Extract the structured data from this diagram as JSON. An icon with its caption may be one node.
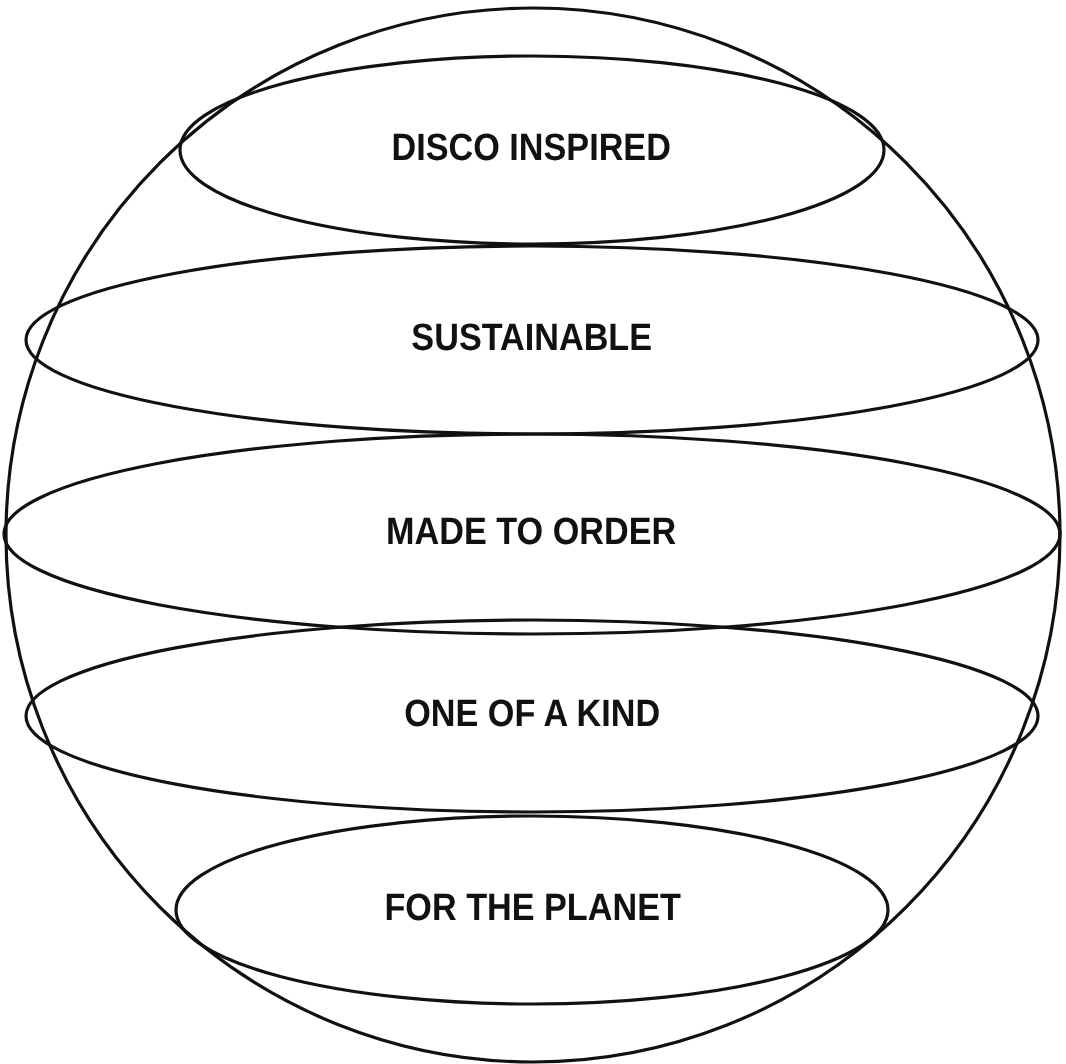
{
  "diagram": {
    "nodes": [
      {
        "text": [],
        "shape": "circle"
      },
      {
        "text": [
          "DISCO INSPIRED"
        ],
        "in": 0
      },
      {
        "text": [
          "SUSTAINABLE"
        ],
        "in": 0
      },
      {
        "text": [
          "MADE TO ORDER"
        ],
        "in": 0
      },
      {
        "text": [
          "ONE OF A KIND"
        ],
        "in": 0
      },
      {
        "text": [
          "FOR THE PLANET"
        ],
        "in": 0
      }
    ]
  }
}
